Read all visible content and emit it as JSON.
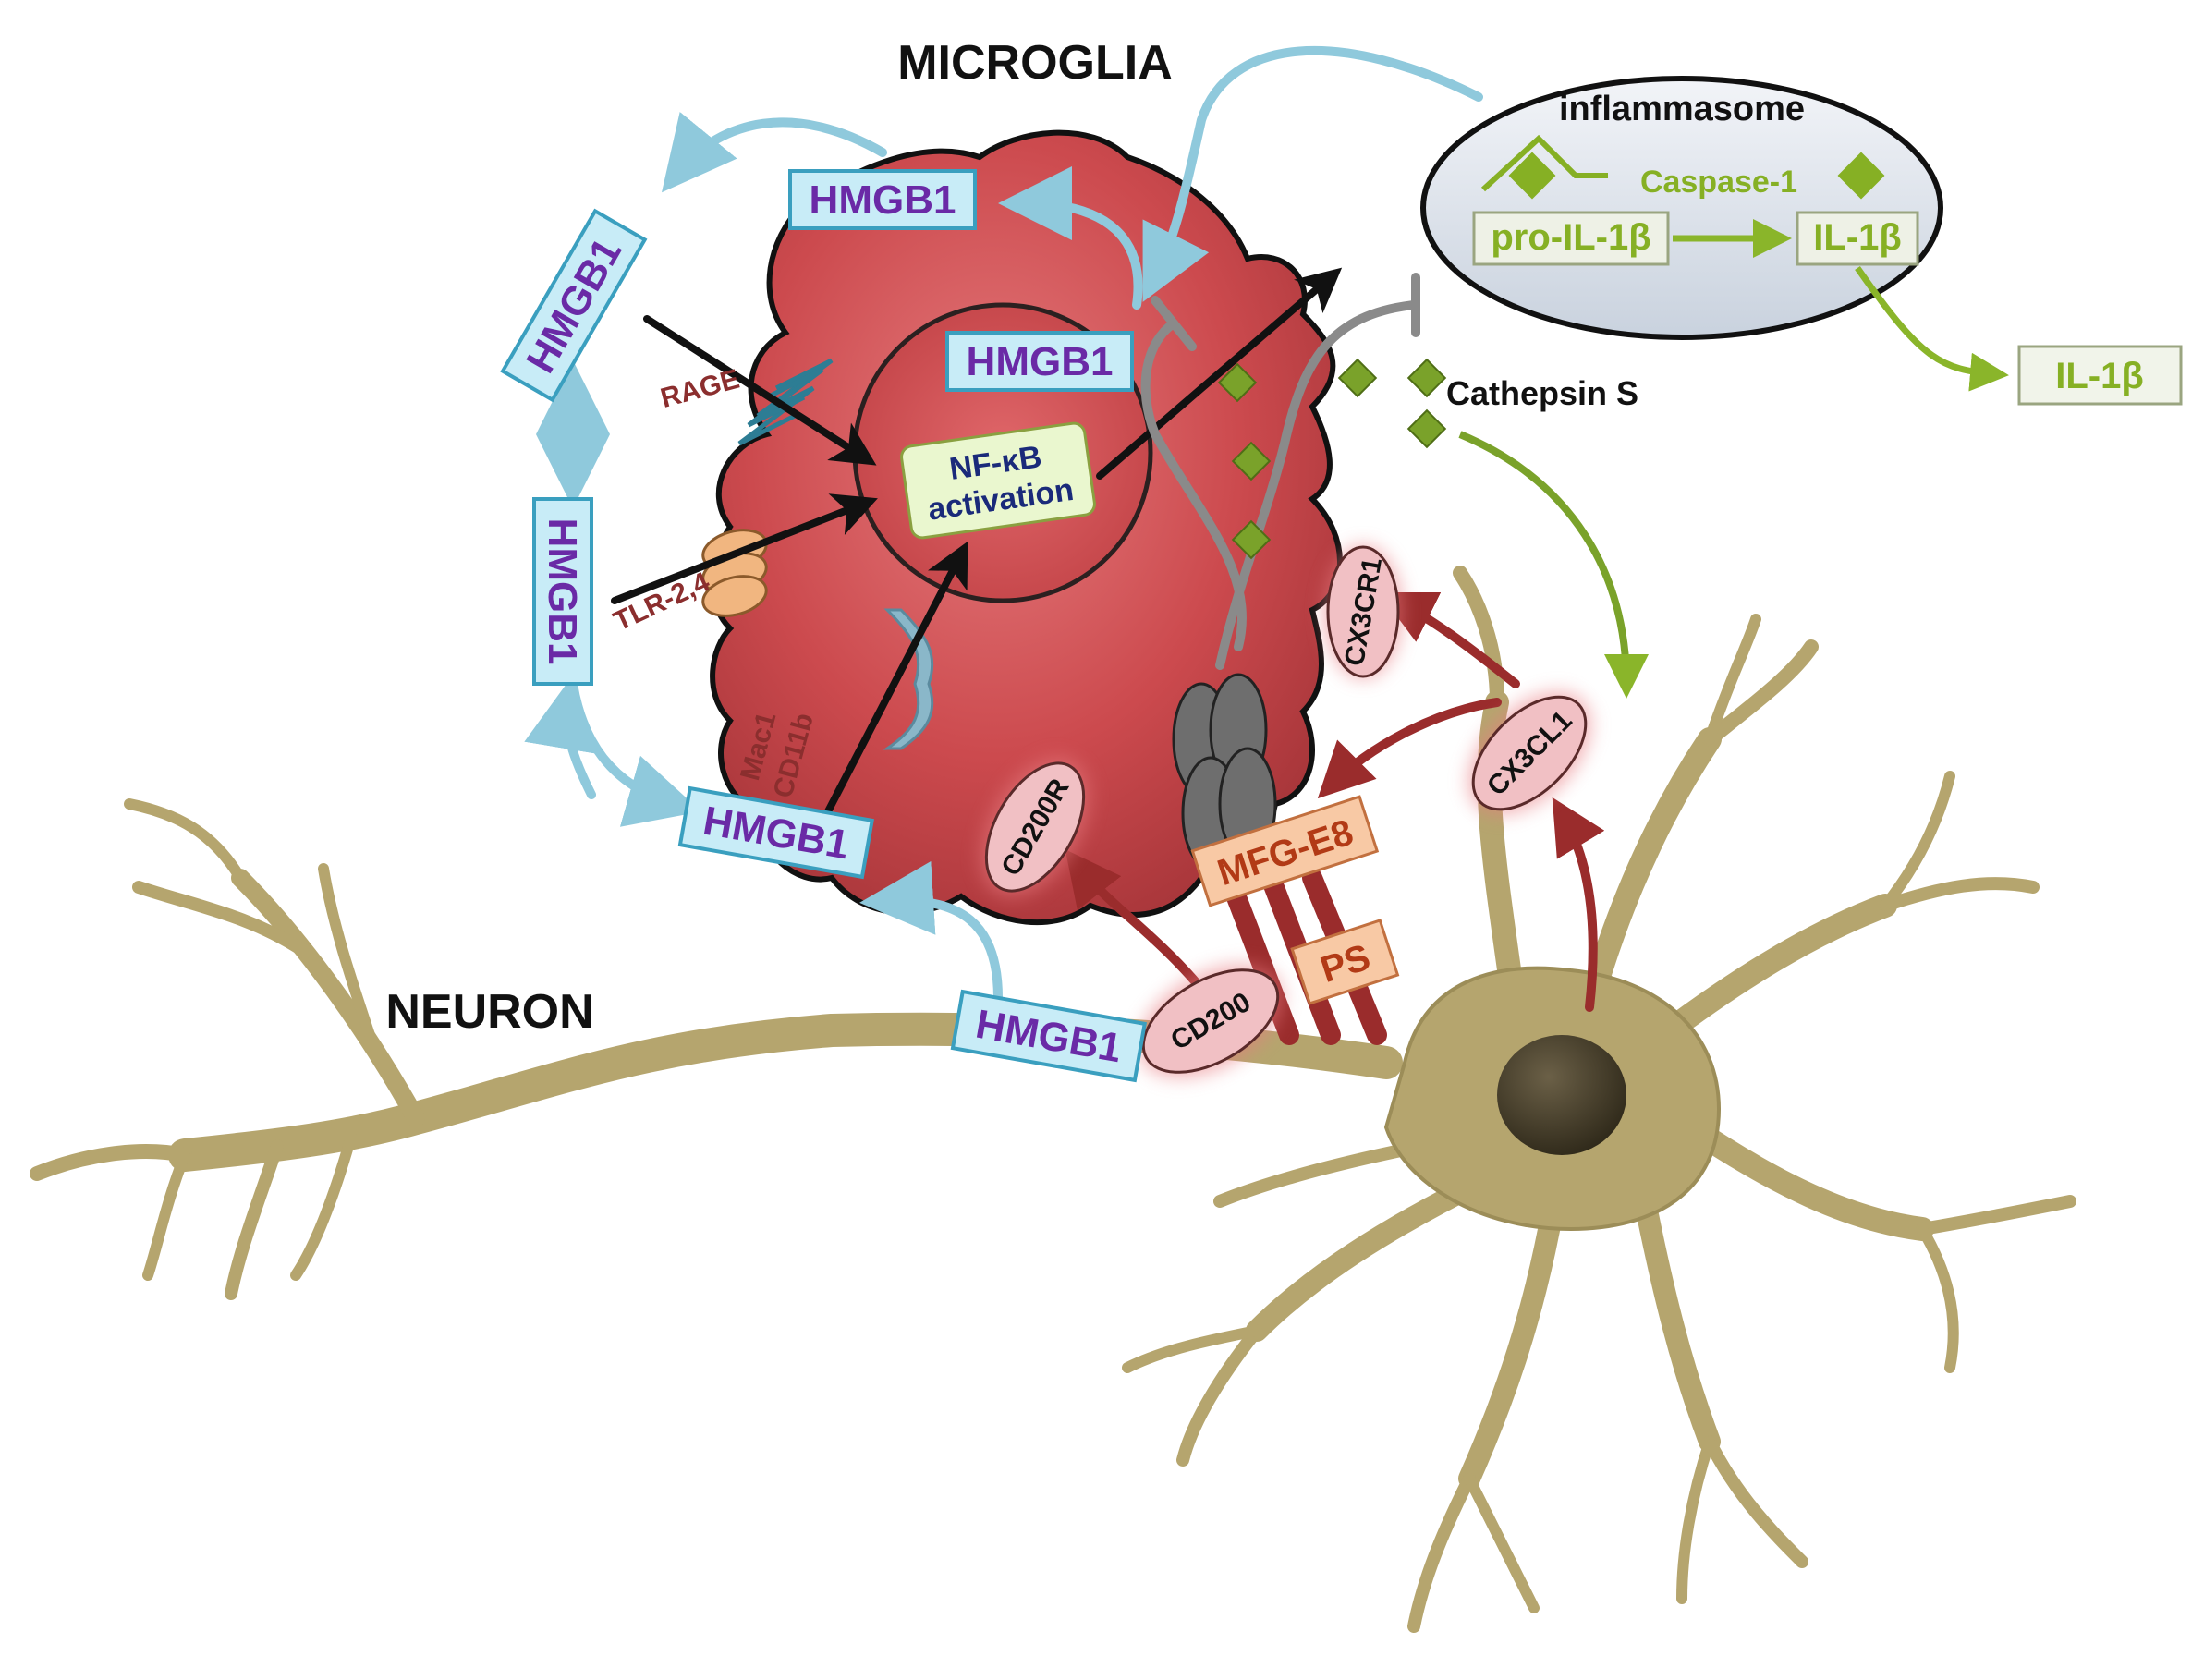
{
  "labels": {
    "microglia": "MICROGLIA",
    "neuron": "NEURON",
    "inflammasome": "inflammasome",
    "caspase": "Caspase-1",
    "pro_il1b": "pro-IL-1β",
    "il1b_inner": "IL-1β",
    "il1b_outer": "IL-1β",
    "cathepsin": "Cathepsin S",
    "nfkb_line1": "NF-κB",
    "nfkb_line2": "activation",
    "rage": "RAGE",
    "tlr": "TLR-2,4",
    "mac1": "Mac1",
    "cd11b": "CD11b",
    "hmgb1": "HMGB1",
    "cx3cr1": "CX3CR1",
    "cx3cl1": "CX3CL1",
    "cd200r": "CD200R",
    "cd200": "CD200",
    "mfge8": "MFG-E8",
    "ps": "PS"
  },
  "colors": {
    "microglia_fill": "#cc4a4e",
    "neuron_fill": "#b5a56e",
    "light_blue_arrow": "#8fc9dc",
    "dark_red_arrow": "#9a2c2c",
    "green_arrow": "#7aa22a",
    "hmgb1_text": "#6a2aa6",
    "hmgb1_box": "#c8ecf7"
  },
  "icons": [
    "receptor-rage-icon",
    "receptor-tlr-icon",
    "receptor-mac1-icon",
    "diamond-icon",
    "inhibition-tbar-icon"
  ]
}
